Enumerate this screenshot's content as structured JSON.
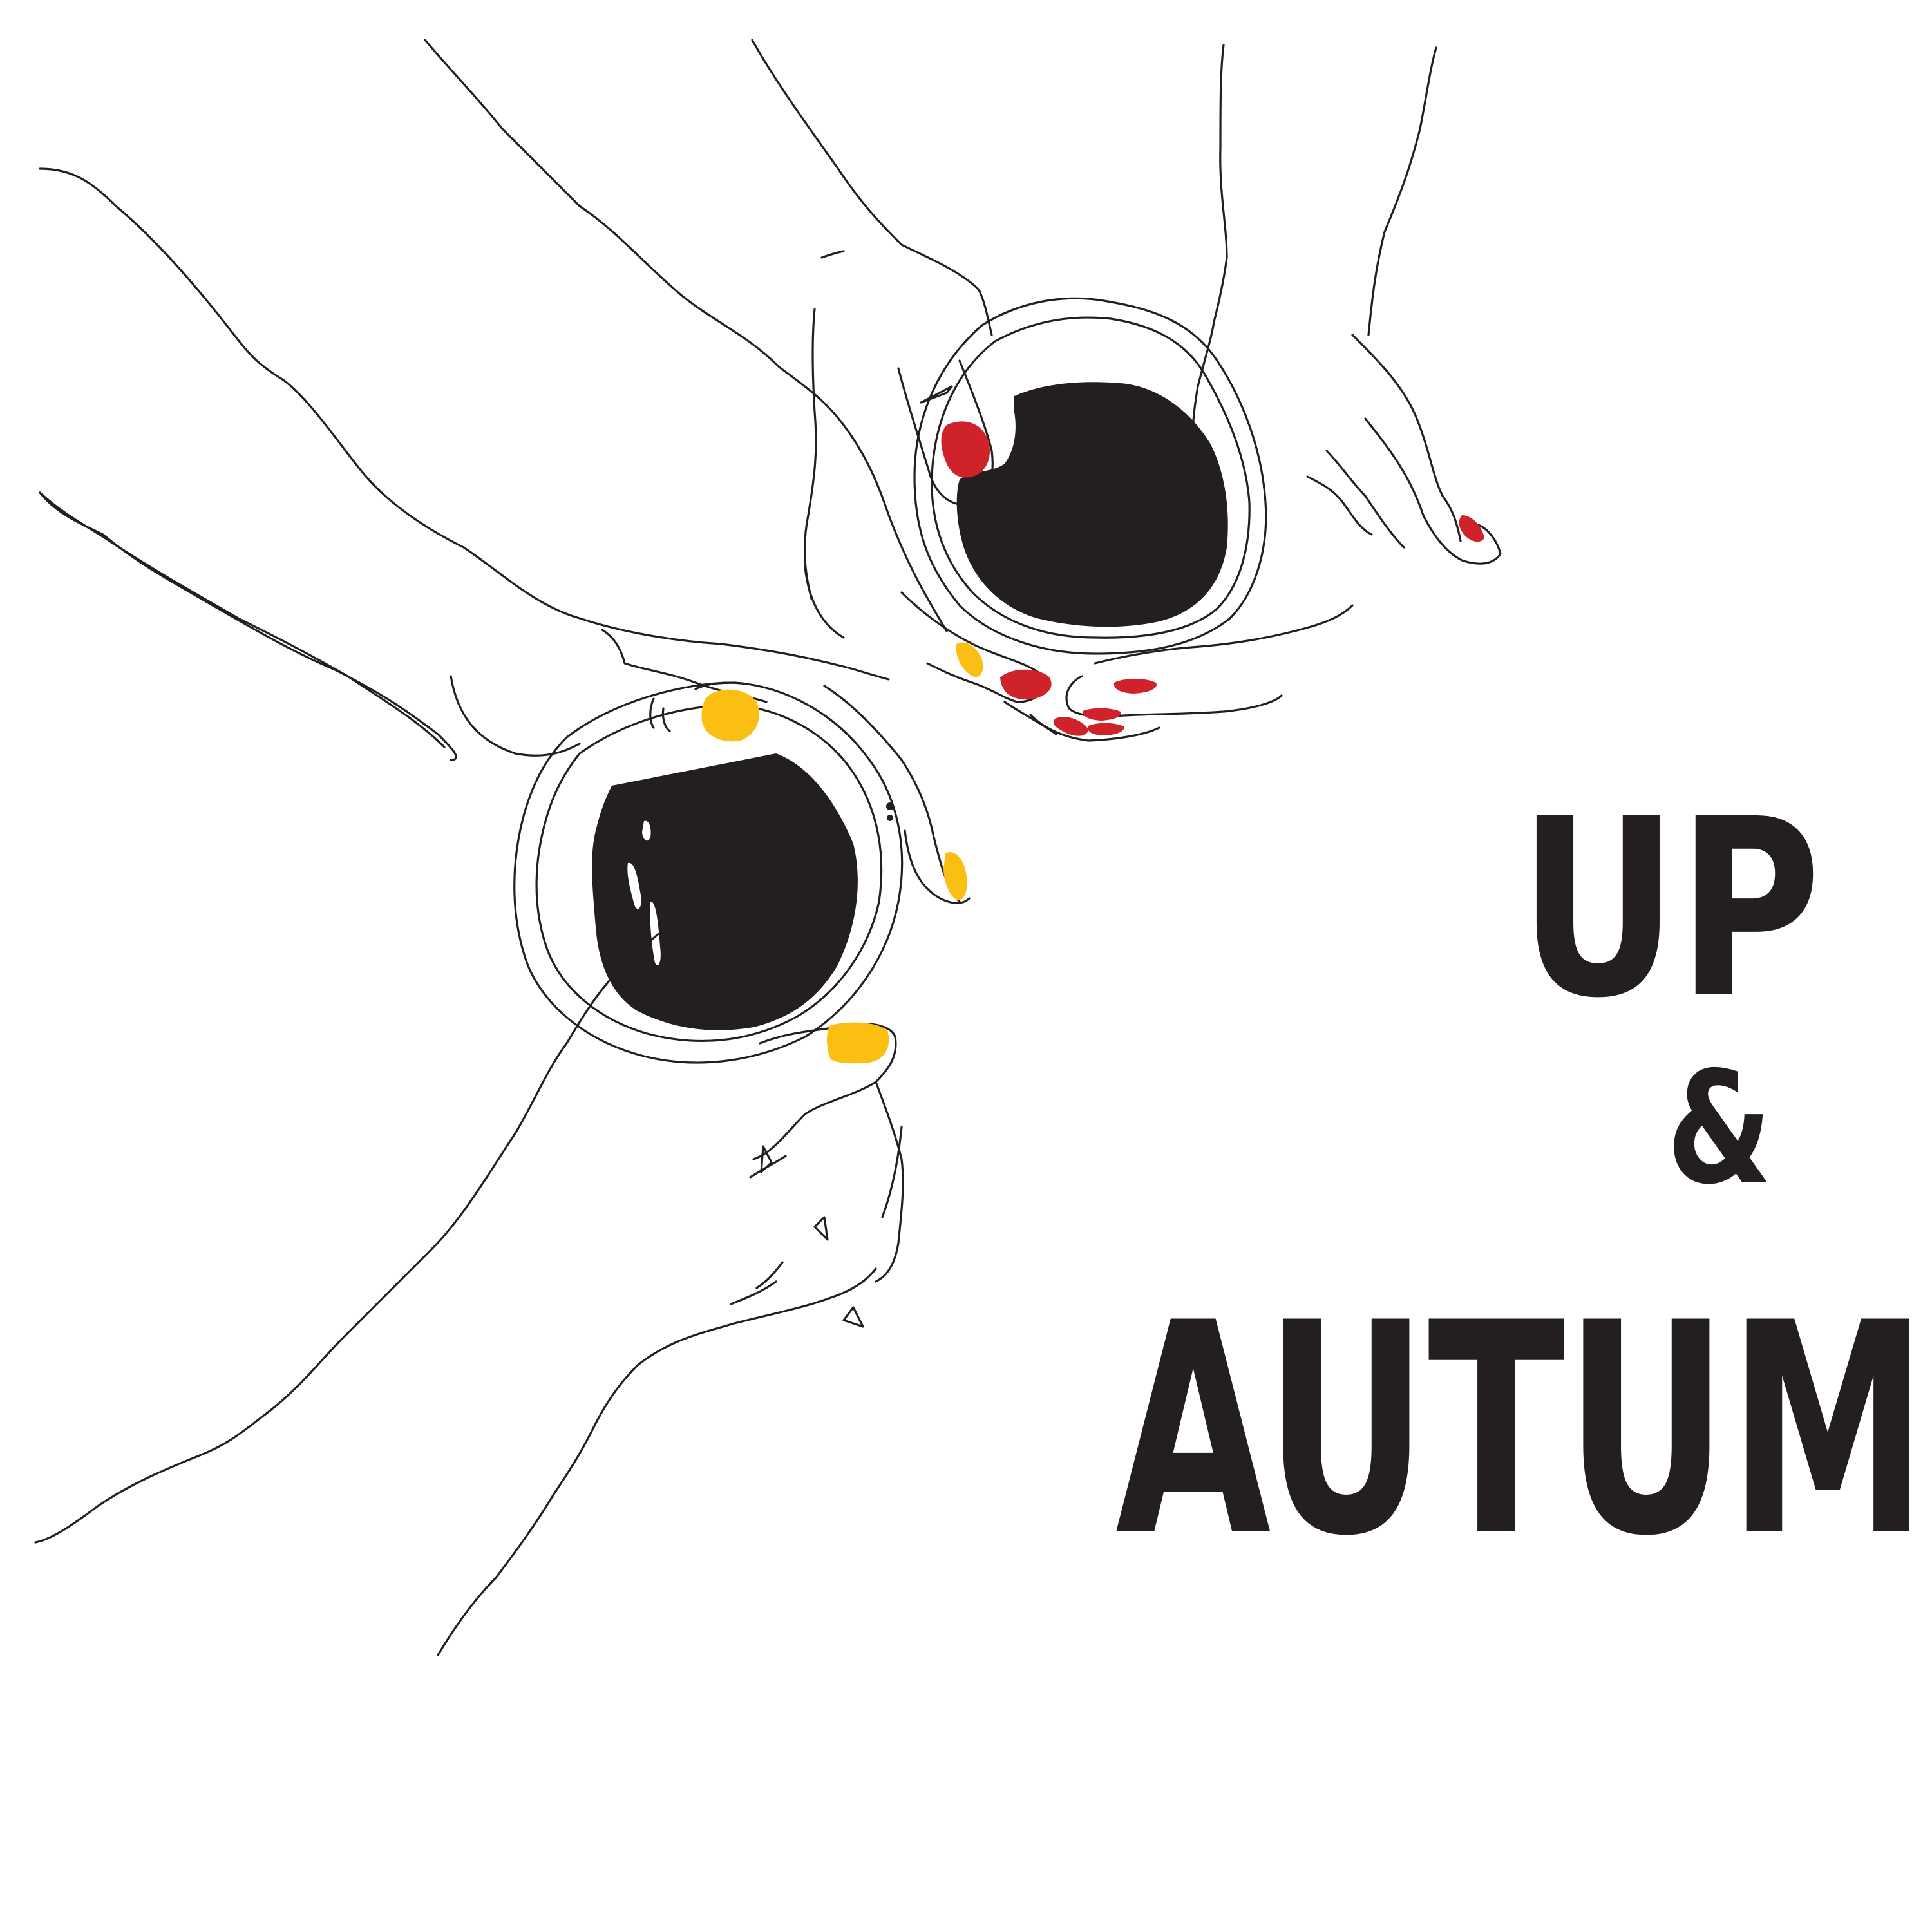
{
  "poster": {
    "title_line1": "UP",
    "title_amp": "&",
    "title_line2": "AUTUMN",
    "text_color": "#231f20",
    "background_color": "#ffffff"
  },
  "illustration": {
    "subject": "top-down view of hands holding two cups of black coffee",
    "cups": [
      {
        "name": "upper-right-cup",
        "held_by": "hands with red nail polish"
      },
      {
        "name": "lower-left-cup",
        "held_by": "hands with yellow nail polish"
      }
    ],
    "colors": {
      "line": "#231f20",
      "coffee": "#231f20",
      "nail_red": "#d0222b",
      "nail_yellow": "#fbbf14"
    }
  }
}
